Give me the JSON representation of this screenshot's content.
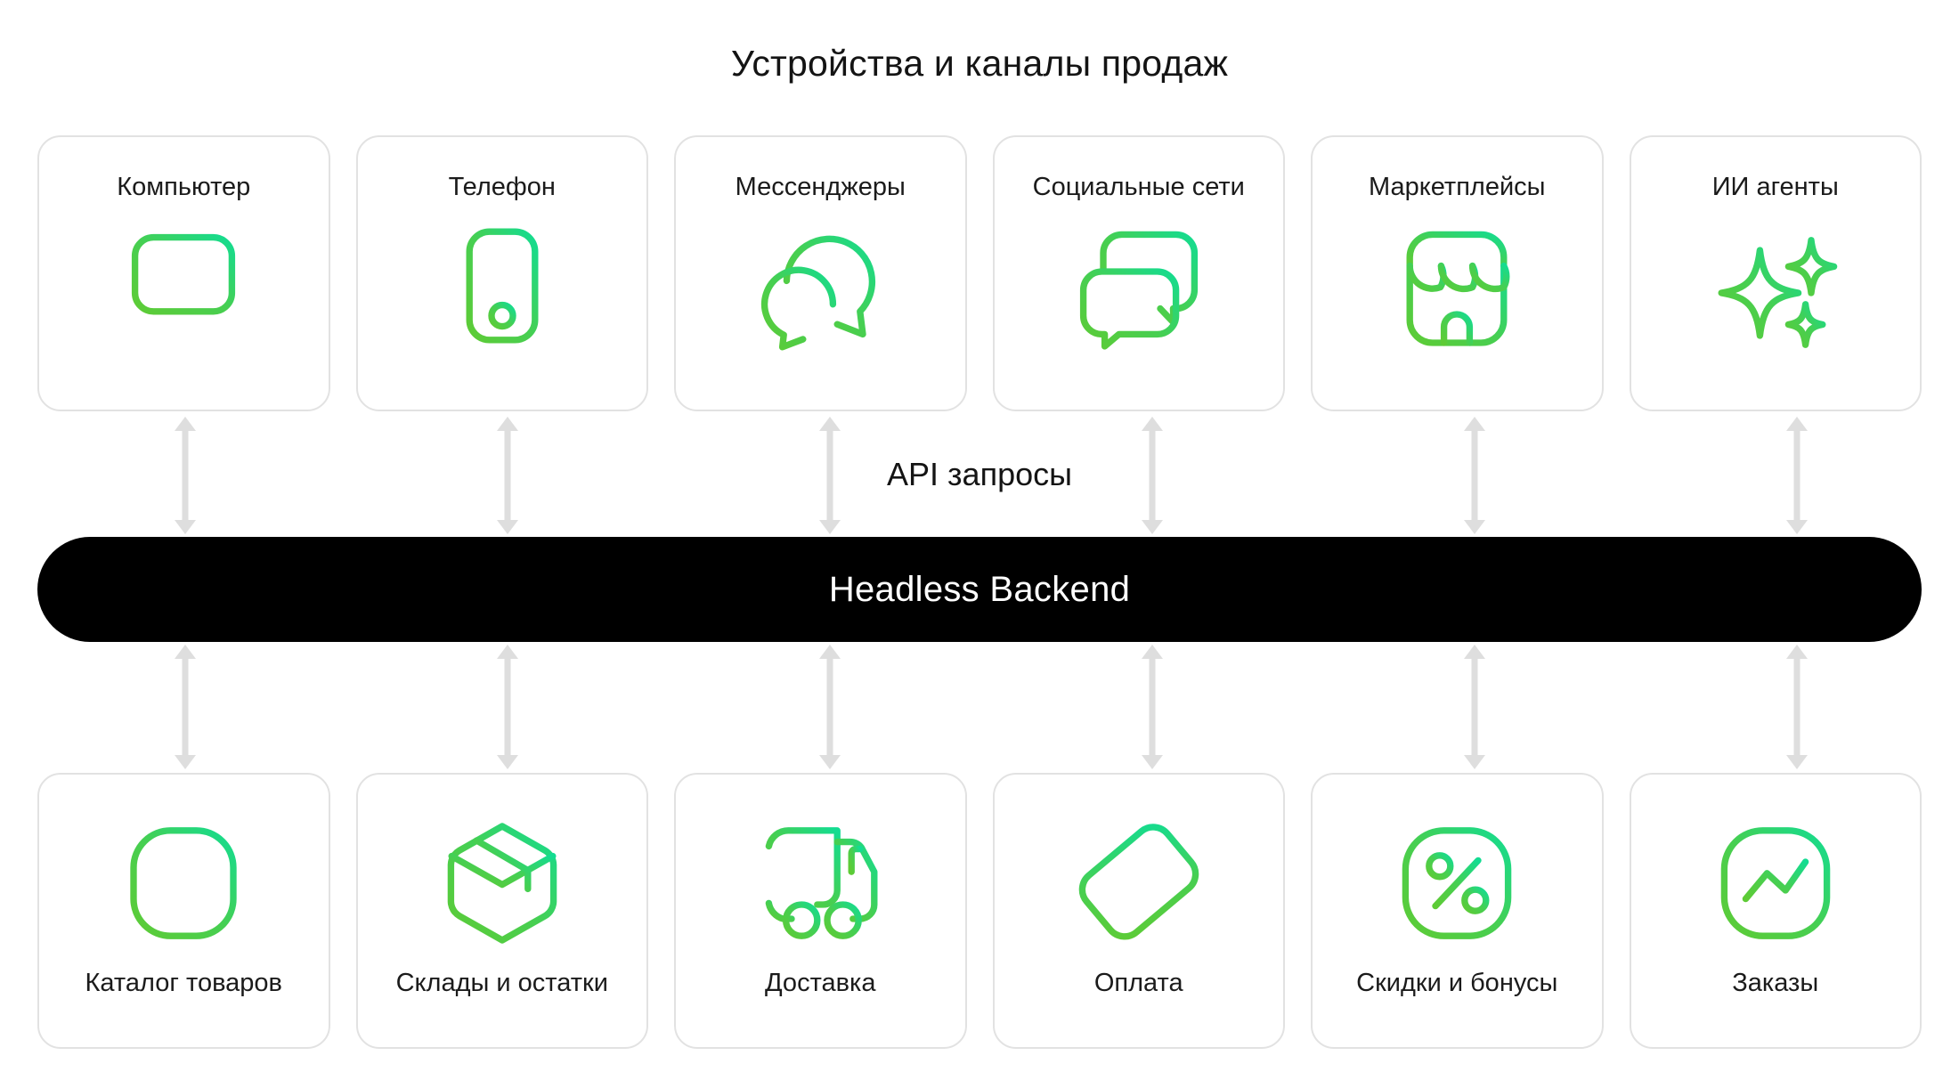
{
  "diagram": {
    "title": "Устройства и каналы продаж",
    "middle_label": "API запросы",
    "backend_label": "Headless Backend",
    "colors": {
      "accent_green": "#57cc3a",
      "accent_teal": "#19d98b",
      "card_border": "#e2e2e2",
      "arrow": "#dedede",
      "backend_bg": "#000000",
      "backend_text": "#ffffff",
      "page_bg": "#ffffff",
      "text": "#141414"
    },
    "top_row": [
      {
        "label": "Компьютер",
        "icon": "monitor-icon"
      },
      {
        "label": "Телефон",
        "icon": "smartphone-icon"
      },
      {
        "label": "Мессенджеры",
        "icon": "chat-bubbles-round-icon"
      },
      {
        "label": "Социальные сети",
        "icon": "chat-bubbles-square-icon"
      },
      {
        "label": "Маркетплейсы",
        "icon": "storefront-icon"
      },
      {
        "label": "ИИ агенты",
        "icon": "sparkles-icon"
      }
    ],
    "bottom_row": [
      {
        "label": "Каталог товаров",
        "icon": "grid-catalog-icon"
      },
      {
        "label": "Склады и остатки",
        "icon": "package-box-icon"
      },
      {
        "label": "Доставка",
        "icon": "delivery-truck-icon"
      },
      {
        "label": "Оплата",
        "icon": "credit-card-icon"
      },
      {
        "label": "Скидки и бонусы",
        "icon": "percent-badge-icon"
      },
      {
        "label": "Заказы",
        "icon": "line-chart-badge-icon"
      }
    ],
    "connectors": {
      "count_upper": 6,
      "count_lower": 6,
      "style": "double-headed-vertical-arrow"
    }
  }
}
